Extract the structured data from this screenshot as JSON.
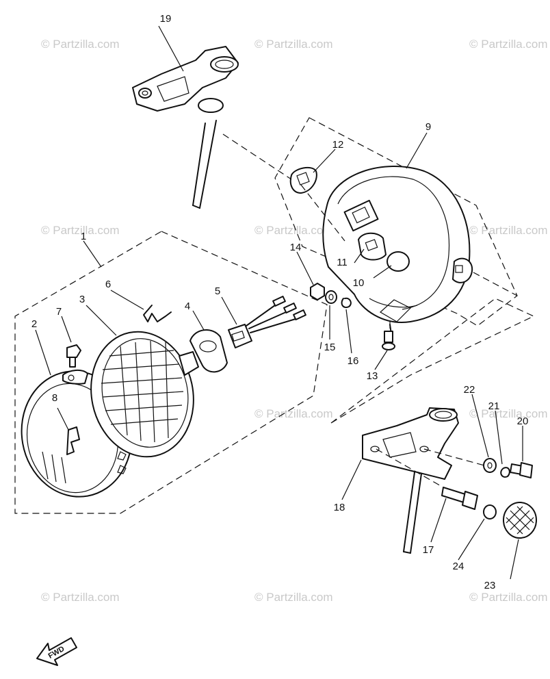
{
  "watermark": "© Partzilla.com",
  "fwd_label": "FWD",
  "callouts": [
    "1",
    "2",
    "3",
    "4",
    "5",
    "6",
    "7",
    "8",
    "9",
    "10",
    "11",
    "12",
    "13",
    "14",
    "15",
    "16",
    "17",
    "18",
    "19",
    "20",
    "21",
    "22",
    "23",
    "24"
  ]
}
